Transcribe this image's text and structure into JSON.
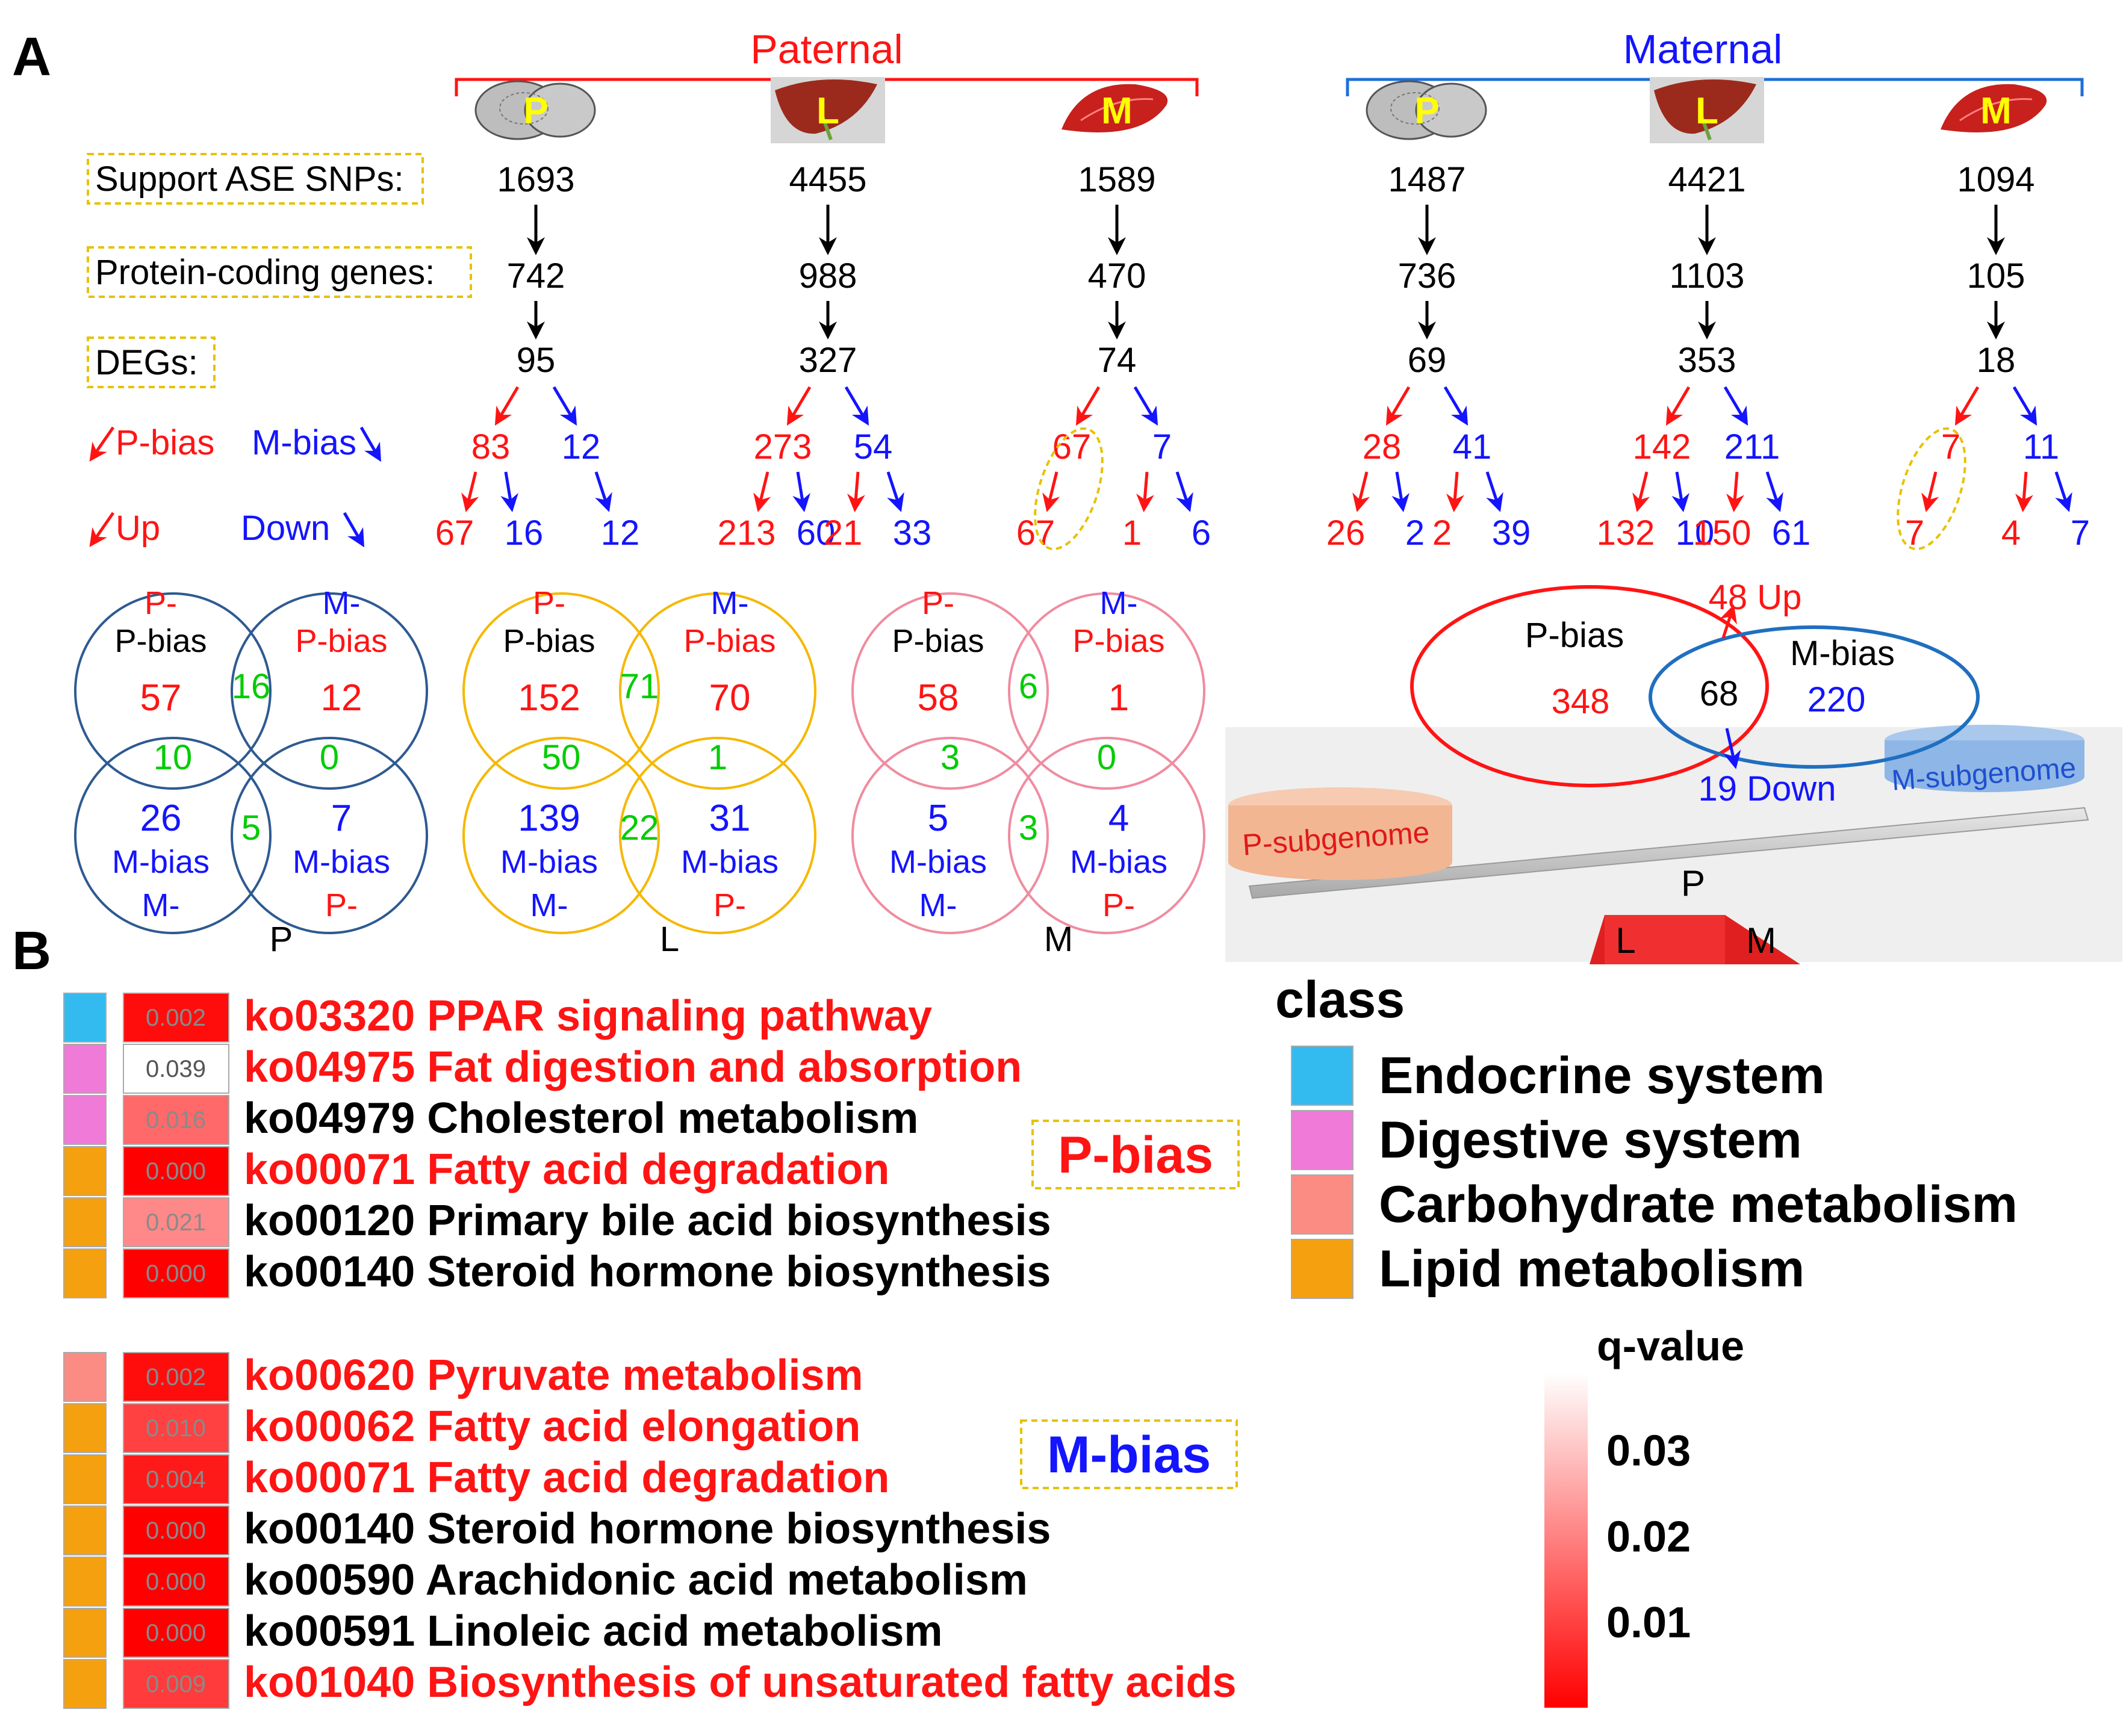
{
  "panel_a": {
    "label": "A",
    "paternal": "Paternal",
    "maternal": "Maternal",
    "tissue_icons": [
      {
        "letter": "P",
        "kind": "pituitary-icon"
      },
      {
        "letter": "L",
        "kind": "liver-icon"
      },
      {
        "letter": "M",
        "kind": "muscle-icon"
      },
      {
        "letter": "P",
        "kind": "pituitary-icon"
      },
      {
        "letter": "L",
        "kind": "liver-icon"
      },
      {
        "letter": "M",
        "kind": "muscle-icon"
      }
    ],
    "row_labels": {
      "snps": "Support ASE SNPs:",
      "genes": "Protein-coding genes:",
      "degs": "DEGs:",
      "p_bias": "P-bias",
      "m_bias": "M-bias",
      "up": "Up",
      "down": "Down"
    },
    "columns": [
      {
        "snps": "1693",
        "genes": "742",
        "degs": "95",
        "p_bias": "83",
        "m_bias": "12",
        "p_up": "67",
        "p_down": "16",
        "m_up": "",
        "m_down": "12"
      },
      {
        "snps": "4455",
        "genes": "988",
        "degs": "327",
        "p_bias": "273",
        "m_bias": "54",
        "p_up": "213",
        "p_down": "60",
        "m_up": "21",
        "m_down": "33"
      },
      {
        "snps": "1589",
        "genes": "470",
        "degs": "74",
        "p_bias": "67",
        "m_bias": "7",
        "p_up": "67",
        "p_down": "",
        "m_up": "1",
        "m_down": "6"
      },
      {
        "snps": "1487",
        "genes": "736",
        "degs": "69",
        "p_bias": "28",
        "m_bias": "41",
        "p_up": "26",
        "p_down": "2",
        "m_up": "2",
        "m_down": "39"
      },
      {
        "snps": "4421",
        "genes": "1103",
        "degs": "353",
        "p_bias": "142",
        "m_bias": "211",
        "p_up": "132",
        "p_down": "10",
        "m_up": "150",
        "m_down": "61"
      },
      {
        "snps": "1094",
        "genes": "105",
        "degs": "18",
        "p_bias": "7",
        "m_bias": "11",
        "p_up": "7",
        "p_down": "",
        "m_up": "4",
        "m_down": "7"
      }
    ],
    "venns": [
      {
        "tissue": "P",
        "tl_prefix": "P-",
        "tl_bias": "P-bias",
        "tr_prefix": "M-",
        "tr_bias": "P-bias",
        "bl_bias": "M-bias",
        "bl_suffix": "M-",
        "br_bias": "M-bias",
        "br_suffix": "P-",
        "tl": "57",
        "tr": "12",
        "bl": "26",
        "br": "7",
        "top": "16",
        "left": "10",
        "right": "0",
        "bottom": "5",
        "color": "#2e5a91"
      },
      {
        "tissue": "L",
        "tl_prefix": "P-",
        "tl_bias": "P-bias",
        "tr_prefix": "M-",
        "tr_bias": "P-bias",
        "bl_bias": "M-bias",
        "bl_suffix": "M-",
        "br_bias": "M-bias",
        "br_suffix": "P-",
        "tl": "152",
        "tr": "70",
        "bl": "139",
        "br": "31",
        "top": "71",
        "left": "50",
        "right": "1",
        "bottom": "22",
        "color": "#f5b800"
      },
      {
        "tissue": "M",
        "tl_prefix": "P-",
        "tl_bias": "P-bias",
        "tr_prefix": "M-",
        "tr_bias": "P-bias",
        "bl_bias": "M-bias",
        "bl_suffix": "M-",
        "br_bias": "M-bias",
        "br_suffix": "P-",
        "tl": "58",
        "tr": "1",
        "bl": "5",
        "br": "4",
        "top": "6",
        "left": "3",
        "right": "0",
        "bottom": "3",
        "color": "#f08ca0"
      }
    ],
    "balance": {
      "up_label": "48 Up",
      "down_label": "19 Down",
      "p_bias_label": "P-bias",
      "p_bias_value": "348",
      "overlap_value": "68",
      "m_bias_label": "M-bias",
      "m_bias_value": "220",
      "p_subgenome": "P-subgenome",
      "m_subgenome": "M-subgenome",
      "fulcrum_p": "P",
      "fulcrum_l": "L",
      "fulcrum_m": "M"
    }
  },
  "panel_b": {
    "label": "B",
    "p_group_label": "P-bias",
    "m_group_label": "M-bias",
    "p_rows": [
      {
        "class": "Endocrine system",
        "q": "0.002",
        "term": "ko03320 PPAR signaling pathway",
        "highlight": true
      },
      {
        "class": "Digestive system",
        "q": "0.039",
        "term": "ko04975 Fat digestion and absorption",
        "highlight": true
      },
      {
        "class": "Digestive system",
        "q": "0.016",
        "term": "ko04979 Cholesterol metabolism",
        "highlight": false
      },
      {
        "class": "Lipid metabolism",
        "q": "0.000",
        "term": "ko00071 Fatty acid degradation",
        "highlight": true
      },
      {
        "class": "Lipid metabolism",
        "q": "0.021",
        "term": "ko00120 Primary bile acid biosynthesis",
        "highlight": false
      },
      {
        "class": "Lipid metabolism",
        "q": "0.000",
        "term": "ko00140 Steroid hormone biosynthesis",
        "highlight": false
      }
    ],
    "m_rows": [
      {
        "class": "Carbohydrate metabolism",
        "q": "0.002",
        "term": "ko00620 Pyruvate metabolism",
        "highlight": true
      },
      {
        "class": "Lipid metabolism",
        "q": "0.010",
        "term": "ko00062 Fatty acid elongation",
        "highlight": true
      },
      {
        "class": "Lipid metabolism",
        "q": "0.004",
        "term": "ko00071 Fatty acid degradation",
        "highlight": true
      },
      {
        "class": "Lipid metabolism",
        "q": "0.000",
        "term": "ko00140 Steroid hormone biosynthesis",
        "highlight": false
      },
      {
        "class": "Lipid metabolism",
        "q": "0.000",
        "term": "ko00590 Arachidonic acid metabolism",
        "highlight": false
      },
      {
        "class": "Lipid metabolism",
        "q": "0.000",
        "term": "ko00591 Linoleic acid metabolism",
        "highlight": false
      },
      {
        "class": "Lipid metabolism",
        "q": "0.009",
        "term": "ko01040 Biosynthesis of unsaturated fatty acids",
        "highlight": true
      }
    ],
    "legend": {
      "title": "class",
      "items": [
        {
          "name": "Endocrine system",
          "color": "#33bbf0"
        },
        {
          "name": "Digestive system",
          "color": "#f07ad8"
        },
        {
          "name": "Carbohydrate metabolism",
          "color": "#fa8c84"
        },
        {
          "name": "Lipid metabolism",
          "color": "#f5a00f"
        }
      ]
    },
    "colorbar": {
      "title": "q-value",
      "ticks": [
        "0.03",
        "0.02",
        "0.01"
      ],
      "low_color": "#ff0000",
      "high_color": "#ffffff"
    }
  }
}
